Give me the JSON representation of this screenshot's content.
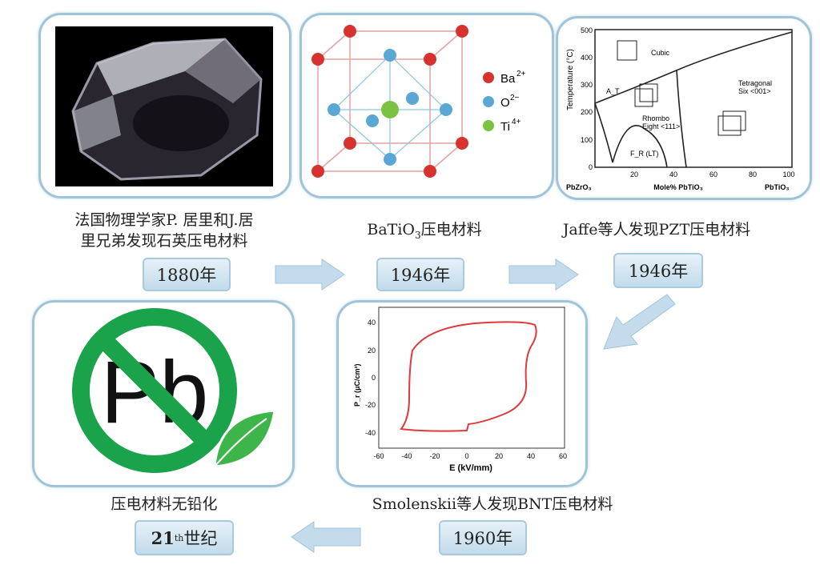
{
  "stages": [
    {
      "caption_lines": [
        "法国物理学家P. 居里和J.居",
        "里兄弟发现石英压电材料"
      ],
      "year": "1880年",
      "image": "quartz-crystal"
    },
    {
      "caption": "BaTiO",
      "caption_sub": "3",
      "caption_tail": "压电材料",
      "year": "1946年",
      "image": "perovskite-structure",
      "legend": [
        {
          "label": "Ba",
          "sup": "2+",
          "color": "#d8322e"
        },
        {
          "label": "O",
          "sup": "2−",
          "color": "#5aa7d6"
        },
        {
          "label": "Ti",
          "sup": "4+",
          "color": "#7cc242"
        }
      ]
    },
    {
      "caption": "Jaffe等人发现PZT压电材料",
      "year": "1946年",
      "image": "pzt-phase-diagram",
      "plot": {
        "ylabel": "Temperature (°C)",
        "xlabel": "Mole% PbTiO₃",
        "left_label": "PbZrO₃",
        "right_label": "PbTiO₃",
        "yticks": [
          "0",
          "100",
          "200",
          "300",
          "400",
          "500"
        ],
        "xticks": [
          "20",
          "40",
          "60",
          "80",
          "100"
        ],
        "regions": [
          "Cubic",
          "Tetragonal",
          "Six <001>",
          "Rhombo",
          "Eight <111>",
          "F_R (LT)",
          "A_T"
        ]
      }
    },
    {
      "caption": "Smolenskii等人发现BNT压电材料",
      "year": "1960年",
      "image": "hysteresis-loop",
      "plot": {
        "ylabel": "P_r (μC/cm²)",
        "xlabel": "E (kV/mm)",
        "yticks": [
          "40",
          "20",
          "0",
          "-20",
          "-40"
        ],
        "xticks": [
          "-60",
          "-40",
          "-20",
          "0",
          "20",
          "40",
          "60"
        ]
      }
    },
    {
      "caption": "压电材料无铅化",
      "year_main": "21",
      "year_sup": "th",
      "year_tail": " 世纪",
      "image": "lead-free-sign",
      "symbol": "Pb"
    }
  ],
  "colors": {
    "panel_border": "#9fc4d8",
    "arrow": "#b8d4e6",
    "loop": "#e0393b",
    "sign": "#1aa34a"
  }
}
